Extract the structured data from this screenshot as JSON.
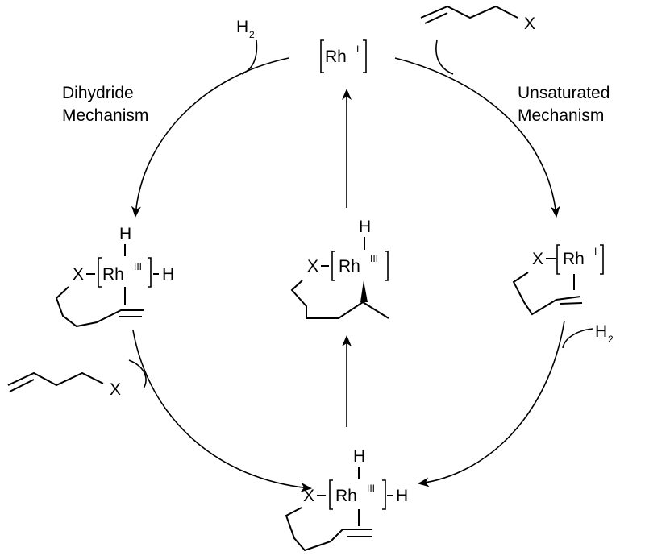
{
  "mechanism_labels": {
    "dihydride": [
      "Dihydride",
      "Mechanism"
    ],
    "unsaturated": [
      "Unsaturated",
      "Mechanism"
    ]
  },
  "reagents": {
    "h2_main": "H",
    "h2_sub": "2",
    "x_sub": "X"
  },
  "complexes": {
    "rh_label": "Rh",
    "ox_I": "I",
    "ox_III": "III",
    "x": "X",
    "h": "H"
  },
  "colors": {
    "ink": "#000000",
    "background": "#ffffff"
  }
}
